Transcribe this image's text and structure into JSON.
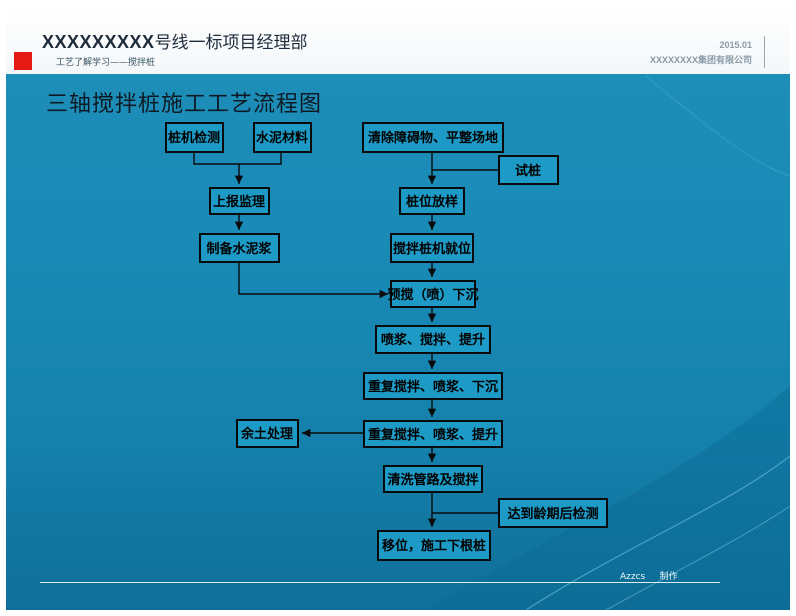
{
  "header": {
    "company_bold": "XXXXXXXXX",
    "company_rest": "号线一标项目经理部",
    "subnav": "工艺了解学习——搅拌桩",
    "date": "2015.01",
    "group": "XXXXXXXX集团有限公司"
  },
  "title": "三轴搅拌桩施工工艺流程图",
  "flow": {
    "pile_check": "桩机检测",
    "cement_material": "水泥材料",
    "report_supervision": "上报监理",
    "prepare_slurry": "制备水泥浆",
    "clear_obstacles": "清除障碍物、平整场地",
    "trial_pile": "试桩",
    "pile_layout": "桩位放样",
    "rig_positioning": "搅拌桩机就位",
    "pre_mix_sink": "预搅（喷）下沉",
    "spray_mix_lift": "喷浆、搅拌、提升",
    "repeat_sink": "重复搅拌、喷浆、下沉",
    "repeat_lift": "重复搅拌、喷浆、提升",
    "spoil_disposal": "余土处理",
    "clean_pipes": "清洗管路及搅拌",
    "age_inspection": "达到龄期后检测",
    "relocate": "移位，施工下根桩"
  },
  "footer": {
    "author": "Azzcs",
    "made": "制作"
  }
}
